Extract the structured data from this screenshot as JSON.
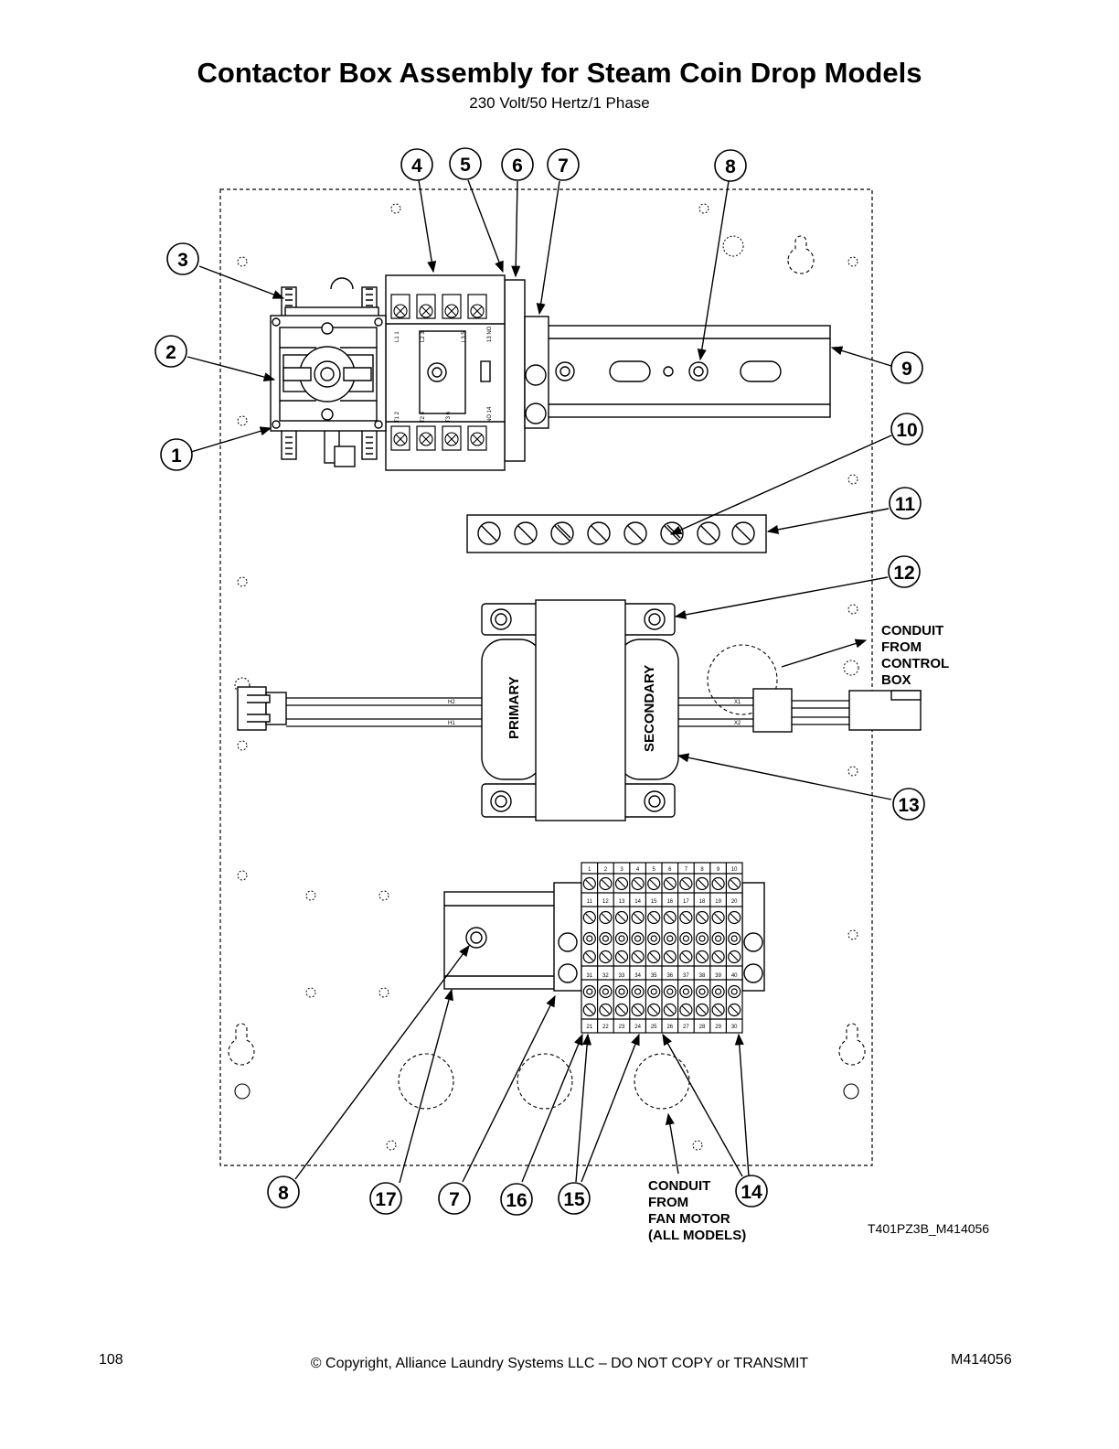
{
  "header": {
    "title": "Contactor Box Assembly for Steam Coin Drop Models",
    "subtitle": "230 Volt/50 Hertz/1 Phase"
  },
  "callouts": [
    "1",
    "2",
    "3",
    "4",
    "5",
    "6",
    "7",
    "8",
    "9",
    "10",
    "11",
    "12",
    "13",
    "14",
    "15",
    "16",
    "17"
  ],
  "bottom_callouts": [
    "8",
    "17",
    "7",
    "16",
    "15",
    "14"
  ],
  "labels": {
    "conduit_control": [
      "CONDUIT",
      "FROM",
      "CONTROL",
      "BOX"
    ],
    "conduit_fan": [
      "CONDUIT",
      "FROM",
      "FAN MOTOR",
      "(ALL MODELS)"
    ],
    "primary": "PRIMARY",
    "secondary": "SECONDARY",
    "h1": "H1",
    "h2": "H2",
    "x1": "X1",
    "x2": "X2",
    "drawing_id": "T401PZ3B_M414056"
  },
  "contactor_terminals_top": [
    "L1 1",
    "L2 3",
    "L3 5",
    "13 NO"
  ],
  "contactor_terminals_bottom": [
    "T1 2",
    "T2 4",
    "T3 6",
    "NO 14"
  ],
  "terminal_block": {
    "row1": [
      "1",
      "2",
      "3",
      "4",
      "5",
      "6",
      "7",
      "8",
      "9",
      "10"
    ],
    "row2": [
      "11",
      "12",
      "13",
      "14",
      "15",
      "16",
      "17",
      "18",
      "19",
      "20"
    ],
    "row3": [
      "31",
      "32",
      "33",
      "34",
      "35",
      "36",
      "37",
      "38",
      "39",
      "40"
    ],
    "row4": [
      "21",
      "22",
      "23",
      "24",
      "25",
      "26",
      "27",
      "28",
      "29",
      "30"
    ]
  },
  "footer": {
    "page_number": "108",
    "copyright": "© Copyright, Alliance Laundry Systems LLC – DO NOT COPY or TRANSMIT",
    "doc_number": "M414056"
  }
}
